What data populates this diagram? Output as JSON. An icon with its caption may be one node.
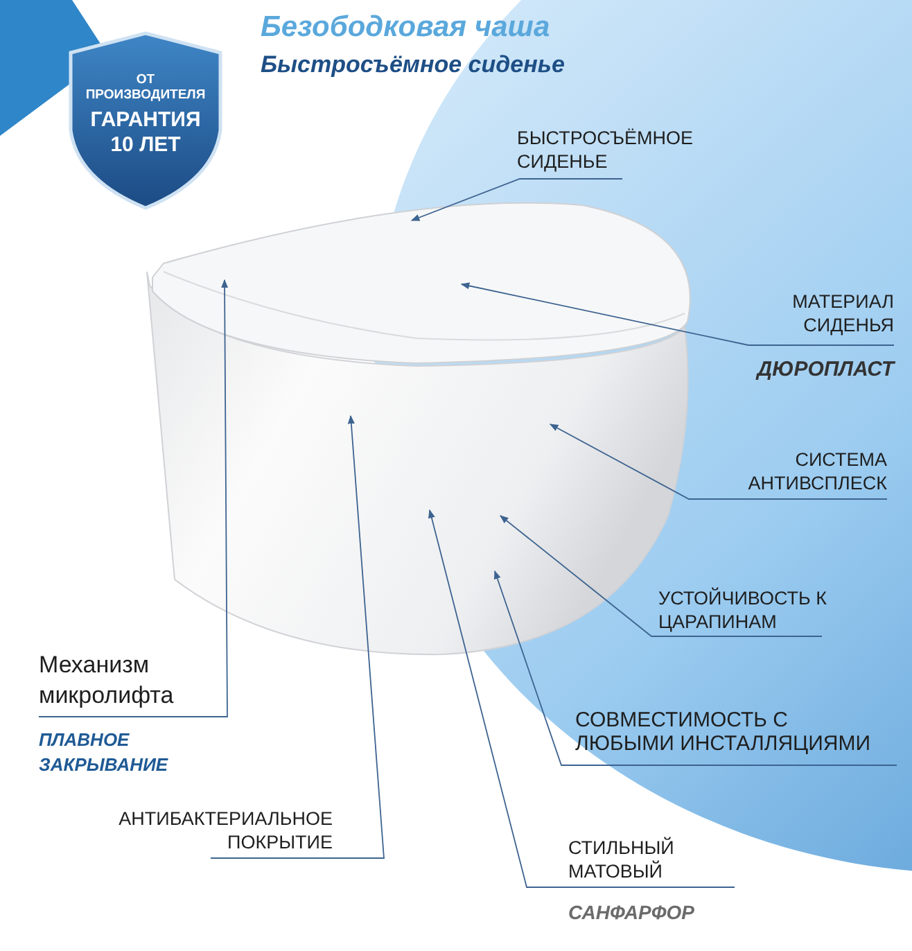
{
  "diagram": {
    "title": "Безободковая чаша",
    "nodes": [
      {
        "text": [
          "ОТ ПРОИЗВОДИТЕЛЯ",
          "ГАРАНТИЯ 10 ЛЕТ"
        ]
      },
      {
        "text": [
          "БЫСТРОСЪЁМНОЕ СИДЕНЬЕ"
        ]
      },
      {
        "text": [
          "МАТЕРИАЛ СИДЕНЬЯ",
          "ДЮРОПЛАСТ"
        ]
      },
      {
        "text": [
          "СИСТЕМА АНТИВСПЛЕСК"
        ]
      },
      {
        "text": [
          "УСТОЙЧИВОСТЬ К ЦАРАПИНАМ"
        ]
      },
      {
        "text": [
          "Механизм микролифта",
          "ПЛАВНОЕ ЗАКРЫВАНИЕ"
        ]
      },
      {
        "text": [
          "СОВМЕСТИМОСТЬ С ЛЮБЫМИ ИНСТАЛЛЯЦИЯМИ"
        ]
      },
      {
        "text": [
          "АНТИБАКТЕРИАЛЬНОЕ ПОКРЫТИЕ"
        ]
      },
      {
        "text": [
          "СТИЛЬНЫЙ МАТОВЫЙ",
          "САНФАРФОР"
        ]
      }
    ],
    "edges": [
      {
        "from": 1,
        "to": null,
        "arrow": "to"
      },
      {
        "from": 2,
        "to": null,
        "arrow": "to"
      },
      {
        "from": 3,
        "to": null,
        "arrow": "to"
      },
      {
        "from": 4,
        "to": null,
        "arrow": "to"
      },
      {
        "from": 5,
        "to": null,
        "arrow": "to"
      },
      {
        "from": 6,
        "to": null,
        "arrow": "to"
      },
      {
        "from": 7,
        "to": null,
        "arrow": "to"
      },
      {
        "from": 8,
        "to": null,
        "arrow": "to"
      }
    ],
    "labels": [
      "Быстросъёмное сиденье"
    ]
  }
}
